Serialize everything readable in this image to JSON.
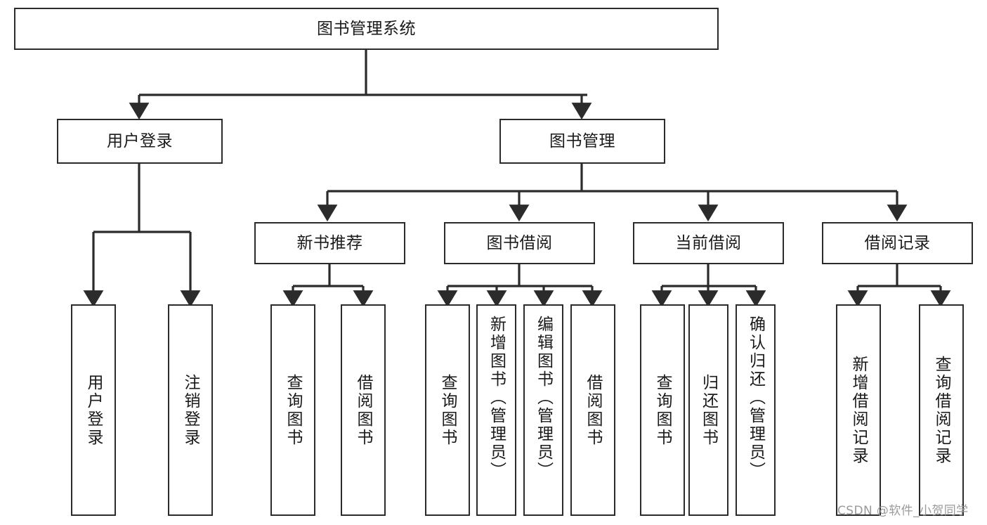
{
  "diagram": {
    "title": "图书管理系统",
    "type": "tree-hierarchy-chart",
    "watermark": "CSDN @软件_小贺同学",
    "colors": {
      "box_border": "#2b2b2b",
      "box_fill": "#ffffff",
      "edge": "#2b2b2b",
      "text": "#1a1a1a",
      "watermark": "#9a9a9a",
      "background": "#ffffff"
    },
    "levels": {
      "level0": [
        {
          "id": "root",
          "label": "图书管理系统"
        }
      ],
      "level1": [
        {
          "id": "user-login",
          "label": "用户登录"
        },
        {
          "id": "book-manage",
          "label": "图书管理"
        }
      ],
      "level2": [
        {
          "id": "new-book-rec",
          "label": "新书推荐",
          "parent": "book-manage"
        },
        {
          "id": "book-borrow",
          "label": "图书借阅",
          "parent": "book-manage"
        },
        {
          "id": "current-borrow",
          "label": "当前借阅",
          "parent": "book-manage"
        },
        {
          "id": "borrow-record",
          "label": "借阅记录",
          "parent": "book-manage"
        }
      ],
      "level3": [
        {
          "id": "leaf-user-login",
          "label": "用户登录",
          "parent": "user-login"
        },
        {
          "id": "leaf-logout",
          "label": "注销登录",
          "parent": "user-login"
        },
        {
          "id": "leaf-query-book-1",
          "label": "查询图书",
          "parent": "new-book-rec"
        },
        {
          "id": "leaf-borrow-book-1",
          "label": "借阅图书",
          "parent": "new-book-rec"
        },
        {
          "id": "leaf-query-book-2",
          "label": "查询图书",
          "parent": "book-borrow"
        },
        {
          "id": "leaf-add-book",
          "label": "新增图书（管理员）",
          "parent": "book-borrow"
        },
        {
          "id": "leaf-edit-book",
          "label": "编辑图书（管理员）",
          "parent": "book-borrow"
        },
        {
          "id": "leaf-borrow-book-2",
          "label": "借阅图书",
          "parent": "book-borrow"
        },
        {
          "id": "leaf-query-book-3",
          "label": "查询图书",
          "parent": "current-borrow"
        },
        {
          "id": "leaf-return-book",
          "label": "归还图书",
          "parent": "current-borrow"
        },
        {
          "id": "leaf-confirm-return",
          "label": "确认归还（管理员）",
          "parent": "current-borrow"
        },
        {
          "id": "leaf-add-record",
          "label": "新增借阅记录",
          "parent": "borrow-record"
        },
        {
          "id": "leaf-query-record",
          "label": "查询借阅记录",
          "parent": "borrow-record"
        }
      ]
    }
  }
}
